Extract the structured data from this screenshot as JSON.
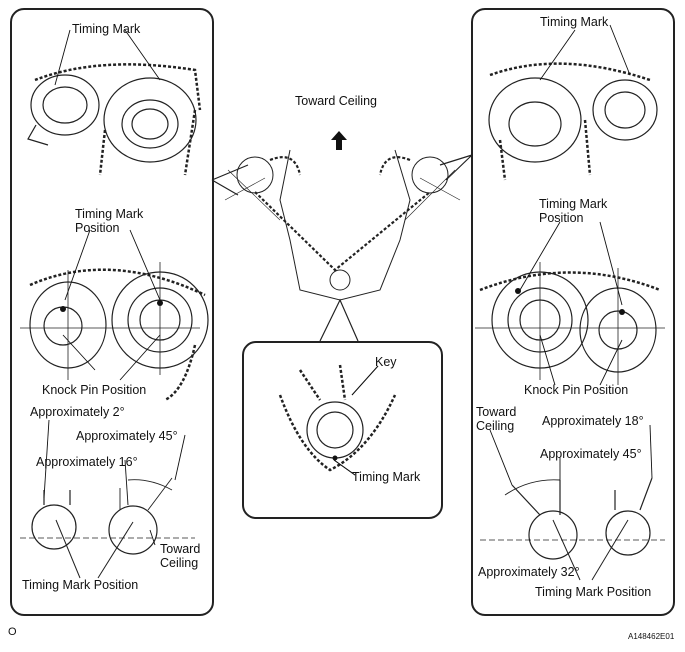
{
  "left_panel": {
    "timing_mark": "Timing Mark",
    "timing_mark_position_top": "Timing Mark\nPosition",
    "knock_pin_position": "Knock Pin Position",
    "approx_2": "Approximately 2°",
    "approx_45": "Approximately 45°",
    "approx_16": "Approximately 16°",
    "toward_ceiling": "Toward\nCeiling",
    "timing_mark_position_bottom": "Timing Mark Position"
  },
  "center": {
    "toward_ceiling": "Toward Ceiling",
    "key": "Key",
    "timing_mark": "Timing Mark"
  },
  "right_panel": {
    "timing_mark": "Timing Mark",
    "timing_mark_position_top": "Timing Mark\nPosition",
    "knock_pin_position": "Knock Pin Position",
    "toward_ceiling": "Toward\nCeiling",
    "approx_18": "Approximately 18°",
    "approx_45": "Approximately 45°",
    "approx_32": "Approximately 32°",
    "timing_mark_position_bottom": "Timing Mark Position"
  },
  "footer": {
    "left_mark": "O",
    "figure_id": "A148462E01"
  }
}
